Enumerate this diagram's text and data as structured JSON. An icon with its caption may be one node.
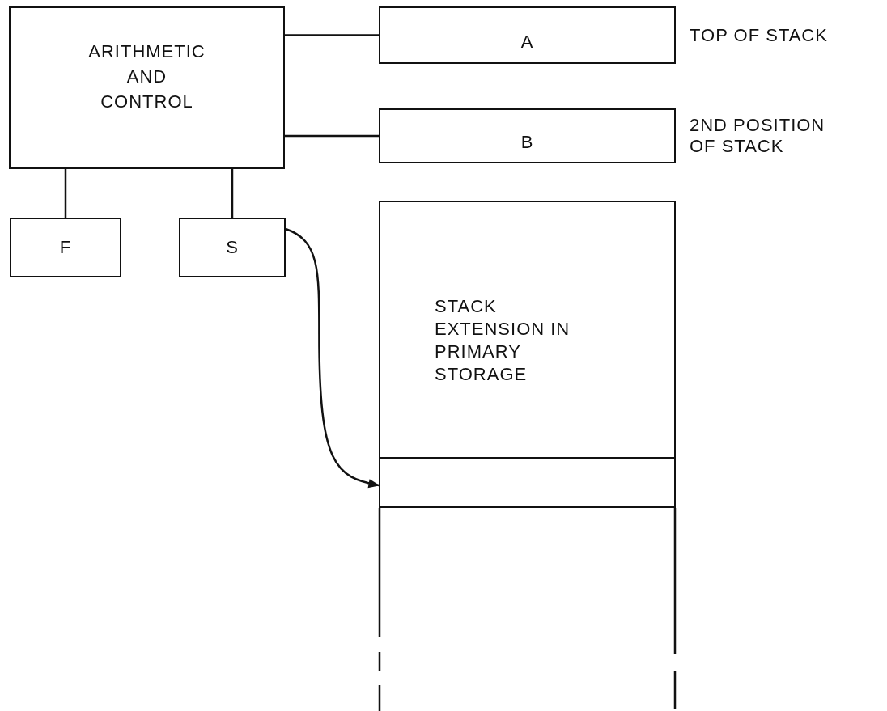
{
  "diagram": {
    "nodes": [
      {
        "text": [
          "ARITHMETIC AND CONTROL"
        ]
      },
      {
        "text": [
          "A"
        ],
        "beside": [
          "TOP OF STACK"
        ]
      },
      {
        "text": [
          "B"
        ],
        "beside": [
          "2ND POSITION OF STACK"
        ]
      },
      {
        "text": [
          "F"
        ]
      },
      {
        "text": [
          "S"
        ]
      },
      {
        "text": [
          "STACK EXTENSION IN PRIMARY STORAGE"
        ]
      },
      {
        "text": [],
        "shape": "box"
      }
    ],
    "edges": [
      {
        "from": 0,
        "to": 1,
        "arrow": "none"
      },
      {
        "from": 0,
        "to": 2,
        "arrow": "none"
      },
      {
        "from": 0,
        "to": 3,
        "arrow": "none"
      },
      {
        "from": 0,
        "to": 4,
        "arrow": "none"
      },
      {
        "from": 4,
        "to": 6,
        "arrow": "to"
      }
    ]
  }
}
